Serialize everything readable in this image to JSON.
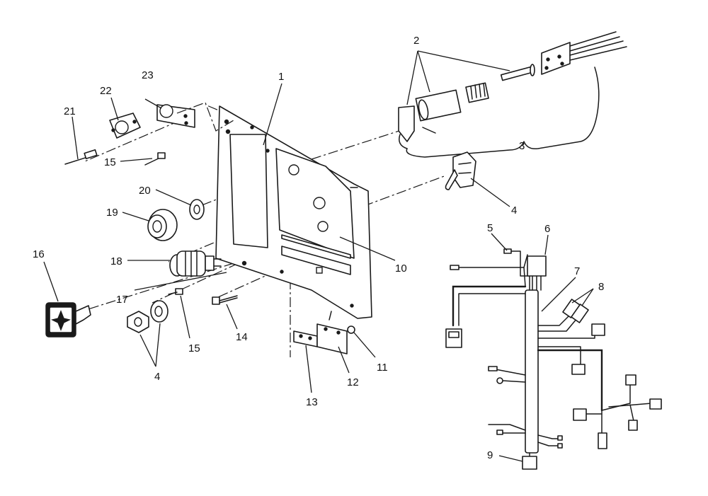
{
  "callouts": {
    "c1": "1",
    "c2": "2",
    "c3": "3",
    "c4_switch": "4",
    "c4_nut": "4",
    "c5": "5",
    "c6": "6",
    "c7": "7",
    "c8": "8",
    "c9": "9",
    "c10": "10",
    "c11": "11",
    "c12": "12",
    "c13": "13",
    "c14": "14",
    "c15_top": "15",
    "c15_bottom": "15",
    "c16": "16",
    "c17": "17",
    "c18": "18",
    "c19": "19",
    "c20": "20",
    "c21": "21",
    "c22": "22",
    "c23": "23"
  }
}
